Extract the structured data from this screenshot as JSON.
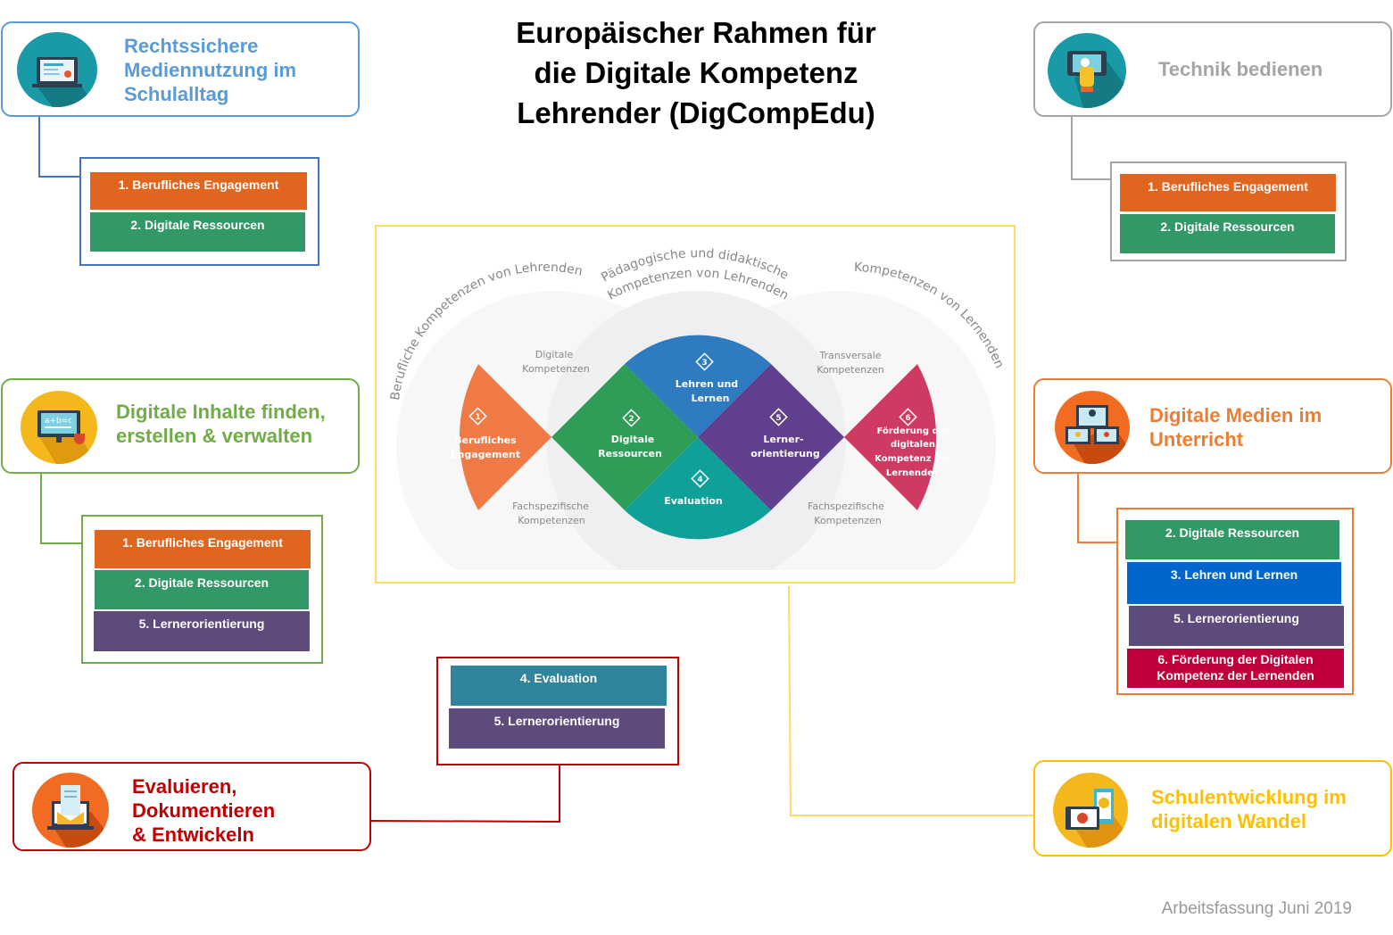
{
  "title": [
    "Europäischer Rahmen für",
    "die Digitale Kompetenz",
    "Lehrender (DigCompEdu)"
  ],
  "footer": "Arbeitsfassung Juni 2019",
  "colors": {
    "c1": "#e0651f",
    "c2": "#329865",
    "c3": "#0066cc",
    "c4": "#30849c",
    "c5": "#5e4b7b",
    "c6": "#c0003c"
  },
  "cards": [
    {
      "id": "rechtssicher",
      "label": [
        "Rechtssichere",
        "Mediennutzung im",
        "Schulalltag"
      ],
      "color": "#5b9bd5",
      "icon": "laptop-certificate-icon",
      "items": [
        "1. Berufliches Engagement",
        "2. Digitale Ressourcen"
      ]
    },
    {
      "id": "technik",
      "label": [
        "Technik bedienen"
      ],
      "color": "#a5a5a5",
      "icon": "tablet-touch-icon",
      "items": [
        "1. Berufliches Engagement",
        "2. Digitale Ressourcen"
      ]
    },
    {
      "id": "inhalte",
      "label": [
        "Digitale Inhalte finden,",
        "erstellen & verwalten"
      ],
      "color": "#70ad47",
      "icon": "monitor-formula-icon",
      "items": [
        "1. Berufliches Engagement",
        "2. Digitale Ressourcen",
        "5. Lernerorientierung"
      ]
    },
    {
      "id": "medien",
      "label": [
        "Digitale Medien im",
        "Unterricht"
      ],
      "color": "#ed7d31",
      "icon": "video-conference-icon",
      "items": [
        "2. Digitale Ressourcen",
        "3. Lehren und Lernen",
        "5. Lernerorientierung",
        "6. Förderung der Digitalen Kompetenz der Lernenden"
      ]
    },
    {
      "id": "evaluieren",
      "label": [
        "Evaluieren,",
        "Dokumentieren",
        "& Entwickeln"
      ],
      "color": "#c00000",
      "icon": "laptop-mail-icon",
      "items": [
        "4. Evaluation",
        "5. Lernerorientierung"
      ]
    },
    {
      "id": "schulentwicklung",
      "label": [
        "Schulentwicklung im",
        "digitalen Wandel"
      ],
      "color": "#ffc000",
      "icon": "devices-question-icon",
      "items": []
    }
  ],
  "diagram": {
    "arcs": [
      "Berufliche Kompetenzen von Lehrenden",
      "Pädagogische und didaktische",
      "Kompetenzen von Lehrenden",
      "Kompetenzen von Lernenden"
    ],
    "side_labels": {
      "digitale": [
        "Digitale",
        "Kompetenzen"
      ],
      "fach_left": [
        "Fachspezifische",
        "Kompetenzen"
      ],
      "transversal": [
        "Transversale",
        "Kompetenzen"
      ],
      "fach_right": [
        "Fachspezifische",
        "Kompetenzen"
      ]
    },
    "segments": [
      {
        "num": "1",
        "label": [
          "Berufliches",
          "Engagement"
        ],
        "color": "#ef7a45"
      },
      {
        "num": "2",
        "label": [
          "Digitale",
          "Ressourcen"
        ],
        "color": "#2f9c58"
      },
      {
        "num": "3",
        "label": [
          "Lehren und",
          "Lernen"
        ],
        "color": "#2e7bbf"
      },
      {
        "num": "4",
        "label": [
          "Evaluation"
        ],
        "color": "#10a09a"
      },
      {
        "num": "5",
        "label": [
          "Lerner-",
          "orientierung"
        ],
        "color": "#5f3f8e"
      },
      {
        "num": "6",
        "label": [
          "Förderung der",
          "digitalen",
          "Kompetenz der",
          "Lernenden"
        ],
        "color": "#cf3a63"
      }
    ]
  }
}
